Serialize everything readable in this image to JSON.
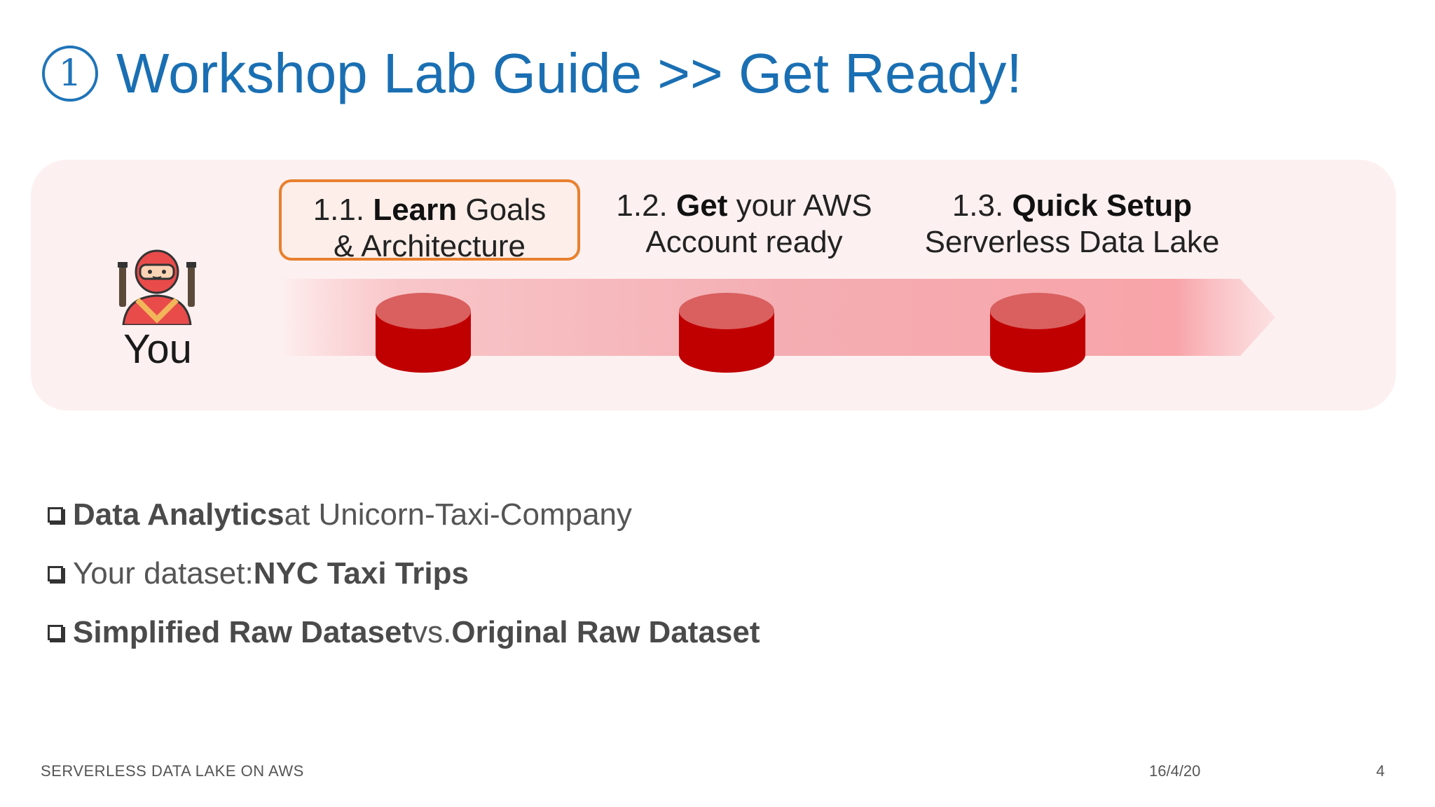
{
  "title": {
    "step_number": "1",
    "text": "Workshop Lab Guide >> Get Ready!"
  },
  "process": {
    "you_label": "You",
    "steps": [
      {
        "number": "1.1.",
        "bold": "Learn",
        "rest": " Goals",
        "line2": "& Architecture",
        "highlighted": true
      },
      {
        "number": "1.2.",
        "bold": "Get",
        "rest": " your AWS",
        "line2": "Account ready",
        "highlighted": false
      },
      {
        "number": "1.3.",
        "bold": "Quick Setup",
        "rest": "",
        "line2": "Serverless Data Lake",
        "highlighted": false
      }
    ],
    "colors": {
      "highlight_border": "#e8802e",
      "cylinder": "#c00000",
      "arrow": "#f8a0a5"
    }
  },
  "bullets": [
    {
      "bold_a": "Data Analytics",
      "text_a": " at Unicorn-Taxi-Company",
      "bold_b": "",
      "text_b": ""
    },
    {
      "bold_a": "",
      "text_a": "Your dataset: ",
      "bold_b": "NYC Taxi Trips",
      "text_b": ""
    },
    {
      "bold_a": "Simplified Raw Dataset",
      "text_a": " vs. ",
      "bold_b": "Original Raw Dataset",
      "text_b": ""
    }
  ],
  "footer": {
    "left": "SERVERLESS DATA LAKE ON AWS",
    "date": "16/4/20",
    "page": "4"
  },
  "icons": {
    "you": "ninja-avatar-icon",
    "bullet": "checkbox-square-icon",
    "step": "database-cylinder-icon"
  }
}
